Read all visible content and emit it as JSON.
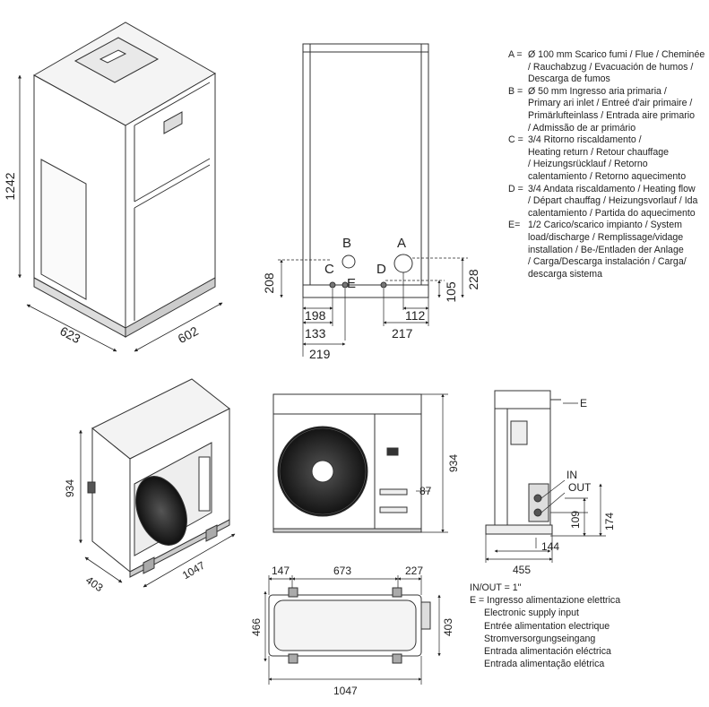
{
  "indoor_unit": {
    "height_dim": "1242",
    "depth_dim": "623",
    "width_dim": "602",
    "front_dims": {
      "d208": "208",
      "d228": "228",
      "d105": "105",
      "d198": "198",
      "d133": "133",
      "d219": "219",
      "d112": "112",
      "d217": "217"
    },
    "connection_labels": {
      "a": "A",
      "b": "B",
      "c": "C",
      "d": "D",
      "e": "E"
    }
  },
  "legend_top": [
    {
      "key": "A =",
      "text": "Ø 100 mm Scarico fumi / Flue / Cheminée\n/ Rauchabzug / Evacuación de humos /\nDescarga de fumos"
    },
    {
      "key": "B =",
      "text": "Ø 50 mm Ingresso aria primaria /\nPrimary ari inlet / Entreé d'air primaire /\nPrimärlufteinlass / Entrada aire primario\n/ Admissão de ar primário"
    },
    {
      "key": "C =",
      "text": "3/4 Ritorno riscaldamento /\nHeating return / Retour chauffage\n/ Heizungsrücklauf / Retorno\ncalentamiento / Retorno aquecimento"
    },
    {
      "key": "D =",
      "text": "3/4 Andata riscaldamento / Heating flow\n/ Départ chauffag / Heizungsvorlauf / Ida\ncalentamiento / Partida do aquecimento"
    },
    {
      "key": "E=",
      "text": "1/2 Carico/scarico impianto / System\nload/discharge / Remplissage/vidage\ninstallation / Be-/Entladen der Anlage\n/ Carga/Descarga instalación / Carga/\ndescarga sistema"
    }
  ],
  "outdoor_unit": {
    "iso_height": "934",
    "iso_depth": "403",
    "iso_width": "1047",
    "front_height": "934",
    "front_side_offset": "87",
    "side_label_e": "E",
    "side_label_in": "IN",
    "side_label_out": "OUT",
    "side_d109": "109",
    "side_d174": "174",
    "side_d144": "144",
    "side_d455": "455",
    "top_d147": "147",
    "top_d673": "673",
    "top_d227": "227",
    "top_d466": "466",
    "top_d403": "403",
    "top_d1047": "1047"
  },
  "legend_bottom": {
    "inout": "IN/OUT = 1\"",
    "e_line": "E = Ingresso alimentazione elettrica",
    "translations": [
      "Electronic supply input",
      "Entrée alimentation electrique",
      "Stromversorgungseingang",
      "Entrada alimentación eléctrica",
      "Entrada alimentação elétrica"
    ]
  }
}
